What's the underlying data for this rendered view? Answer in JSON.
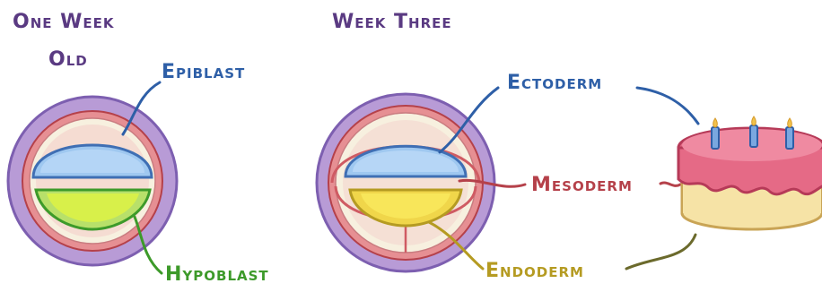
{
  "titles": {
    "one_week_line1": "One Week",
    "one_week_line2": "Old",
    "week_three": "Week Three"
  },
  "labels": {
    "epiblast": "Epiblast",
    "hypoblast": "Hypoblast",
    "ectoderm": "Ectoderm",
    "mesoderm": "Mesoderm",
    "endoderm": "Endoderm"
  },
  "colors": {
    "title": "#5a3a82",
    "outer_ring": "#b89bd6",
    "red_ring": "#e68f93",
    "inner_cream": "#f7f0df",
    "epiblast_ectoderm": "#9fc8f0",
    "hypoblast": "#c8e84a",
    "endoderm": "#f4e04a",
    "cake_top": "#e56a86",
    "cake_base": "#f6e3a6",
    "candle": "#7aa7e0",
    "flame": "#f2c24b"
  },
  "icons": {
    "cake": "birthday-cake-icon",
    "candle": "candle-icon"
  }
}
